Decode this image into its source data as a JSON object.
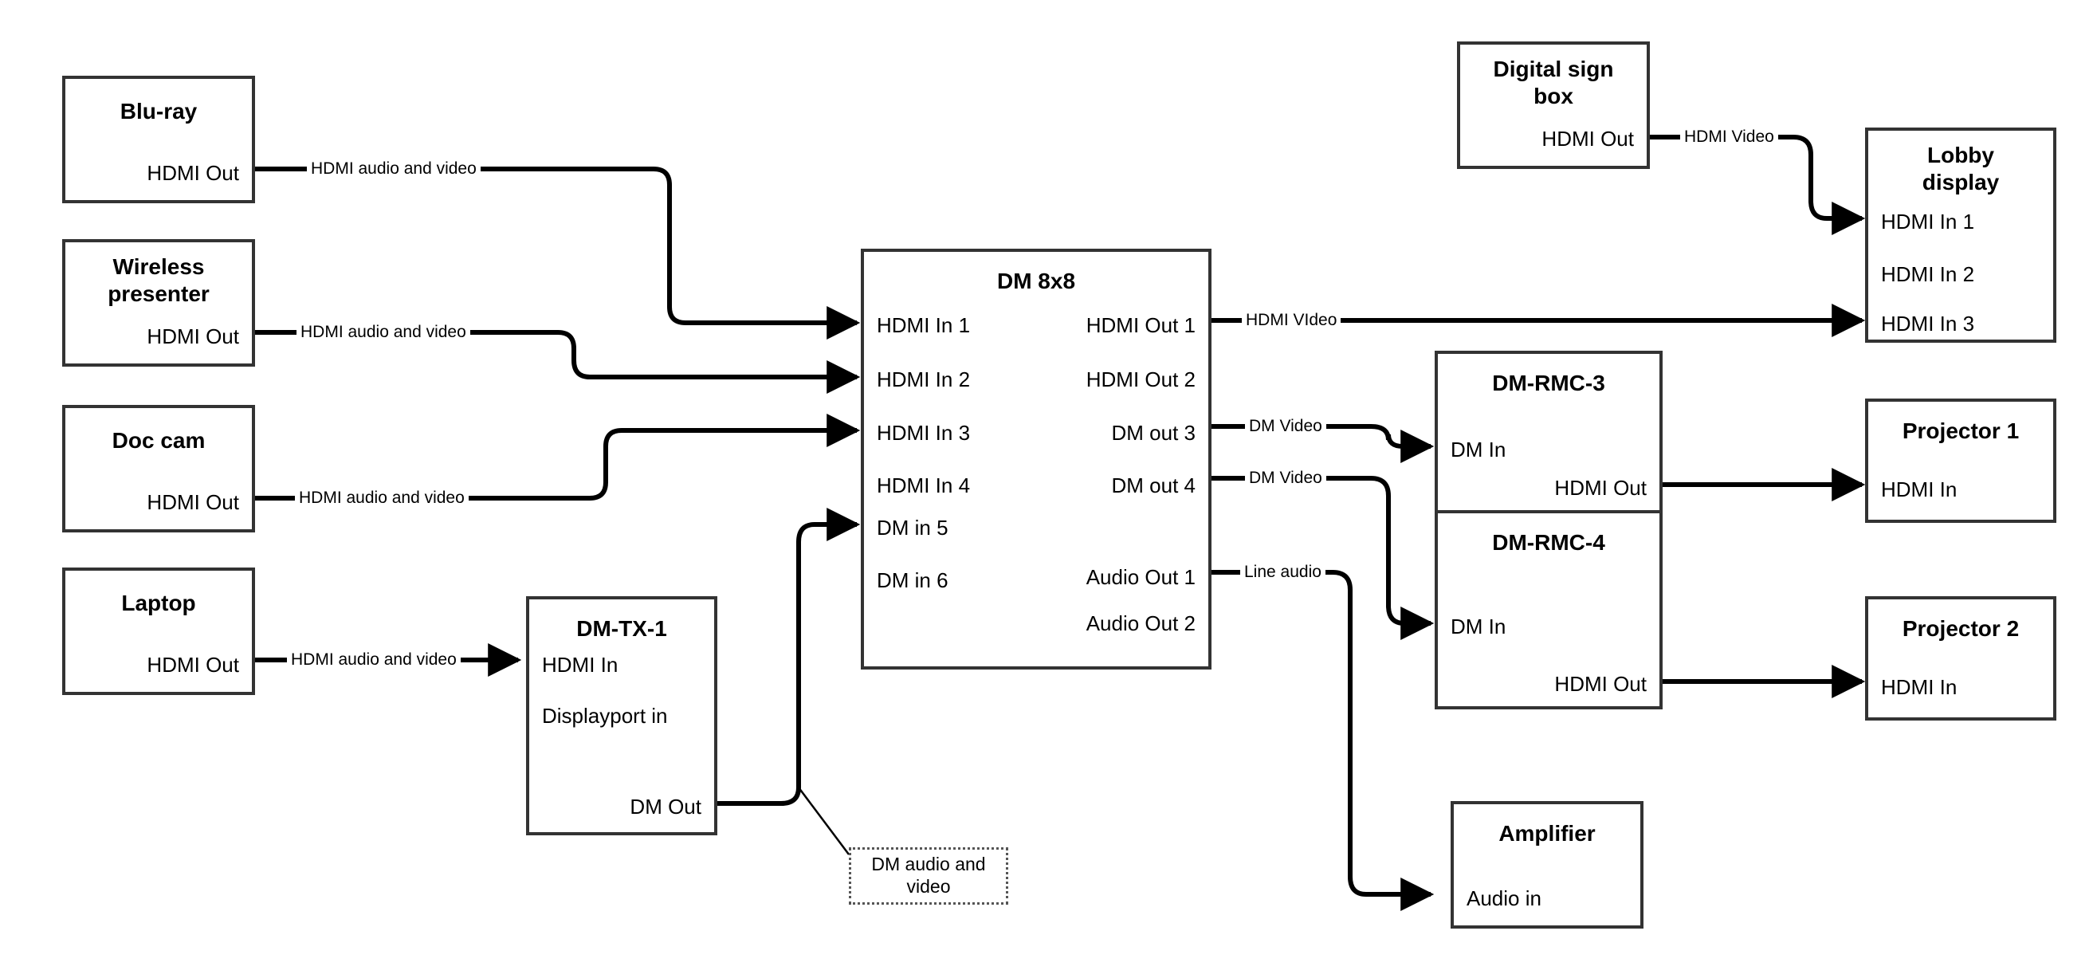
{
  "diagram": {
    "title": "AV signal flow diagram",
    "stroke_color": "#333333",
    "wire_color": "#000000",
    "background": "#ffffff"
  },
  "devices": {
    "bluray": {
      "title": "Blu-ray",
      "ports": {
        "hdmi_out": "HDMI Out"
      }
    },
    "wireless": {
      "title": "Wireless\npresenter",
      "title_line1": "Wireless",
      "title_line2": "presenter",
      "ports": {
        "hdmi_out": "HDMI Out"
      }
    },
    "doccam": {
      "title": "Doc cam",
      "ports": {
        "hdmi_out": "HDMI Out"
      }
    },
    "laptop": {
      "title": "Laptop",
      "ports": {
        "hdmi_out": "HDMI Out"
      }
    },
    "dmtx1": {
      "title": "DM-TX-1",
      "ports": {
        "hdmi_in": "HDMI In",
        "displayport_in": "Displayport in",
        "dm_out": "DM Out"
      }
    },
    "dm8x8": {
      "title": "DM 8x8",
      "inputs": [
        "HDMI In 1",
        "HDMI In 2",
        "HDMI In 3",
        "HDMI In 4",
        "DM in 5",
        "DM in 6"
      ],
      "outputs": [
        "HDMI Out 1",
        "HDMI Out 2",
        "DM out 3",
        "DM out 4",
        "Audio Out 1",
        "Audio Out 2"
      ]
    },
    "digitalsign": {
      "title_line1": "Digital sign",
      "title_line2": "box",
      "ports": {
        "hdmi_out": "HDMI Out"
      }
    },
    "lobby": {
      "title_line1": "Lobby",
      "title_line2": "display",
      "inputs": [
        "HDMI In 1",
        "HDMI In 2",
        "HDMI In 3"
      ]
    },
    "dmrmc3": {
      "title": "DM-RMC-3",
      "ports": {
        "dm_in": "DM In",
        "hdmi_out": "HDMI Out"
      }
    },
    "dmrmc4": {
      "title": "DM-RMC-4",
      "ports": {
        "dm_in": "DM In",
        "hdmi_out": "HDMI Out"
      }
    },
    "projector1": {
      "title": "Projector 1",
      "ports": {
        "hdmi_in": "HDMI In"
      }
    },
    "projector2": {
      "title": "Projector 2",
      "ports": {
        "hdmi_in": "HDMI In"
      }
    },
    "amplifier": {
      "title": "Amplifier",
      "ports": {
        "audio_in": "Audio in"
      }
    }
  },
  "wire_labels": {
    "bluray_to_dm": "HDMI audio and video",
    "wireless_to_dm": "HDMI audio and video",
    "doccam_to_dm": "HDMI audio and video",
    "laptop_to_dmtx1": "HDMI audio and video",
    "sign_to_lobby": "HDMI Video",
    "dm_out1_to_lobby": "HDMI VIdeo",
    "dm_out3_to_rmc3": "DM Video",
    "dm_out4_to_rmc4": "DM Video",
    "dm_audio1_to_amp": "Line audio"
  },
  "annotations": {
    "dm_audio_video": "DM audio and video"
  }
}
